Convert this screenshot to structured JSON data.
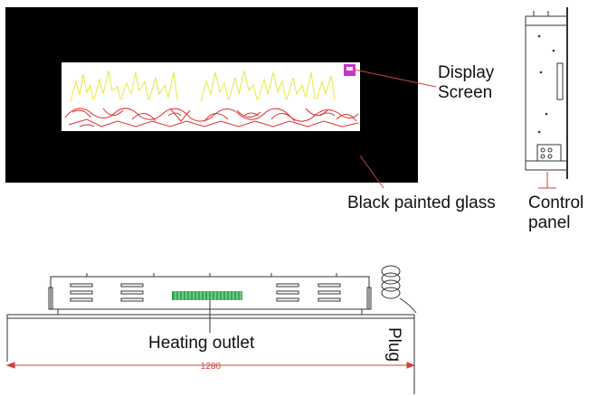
{
  "labels": {
    "display_screen_line1": "Display",
    "display_screen_line2": "Screen",
    "black_glass": "Black painted glass",
    "control_panel_line1": "Control",
    "control_panel_line2": "panel",
    "heating_outlet": "Heating outlet",
    "plug": "Plug",
    "width_dimension": "1280"
  },
  "colors": {
    "glass": "#000000",
    "screen": "#ffffff",
    "flame": "#e8e840",
    "logs": "#e03030",
    "display_icon": "#cc33cc",
    "leader": "#d24040",
    "outline": "#333333",
    "vent_grid": "#33aa55"
  }
}
